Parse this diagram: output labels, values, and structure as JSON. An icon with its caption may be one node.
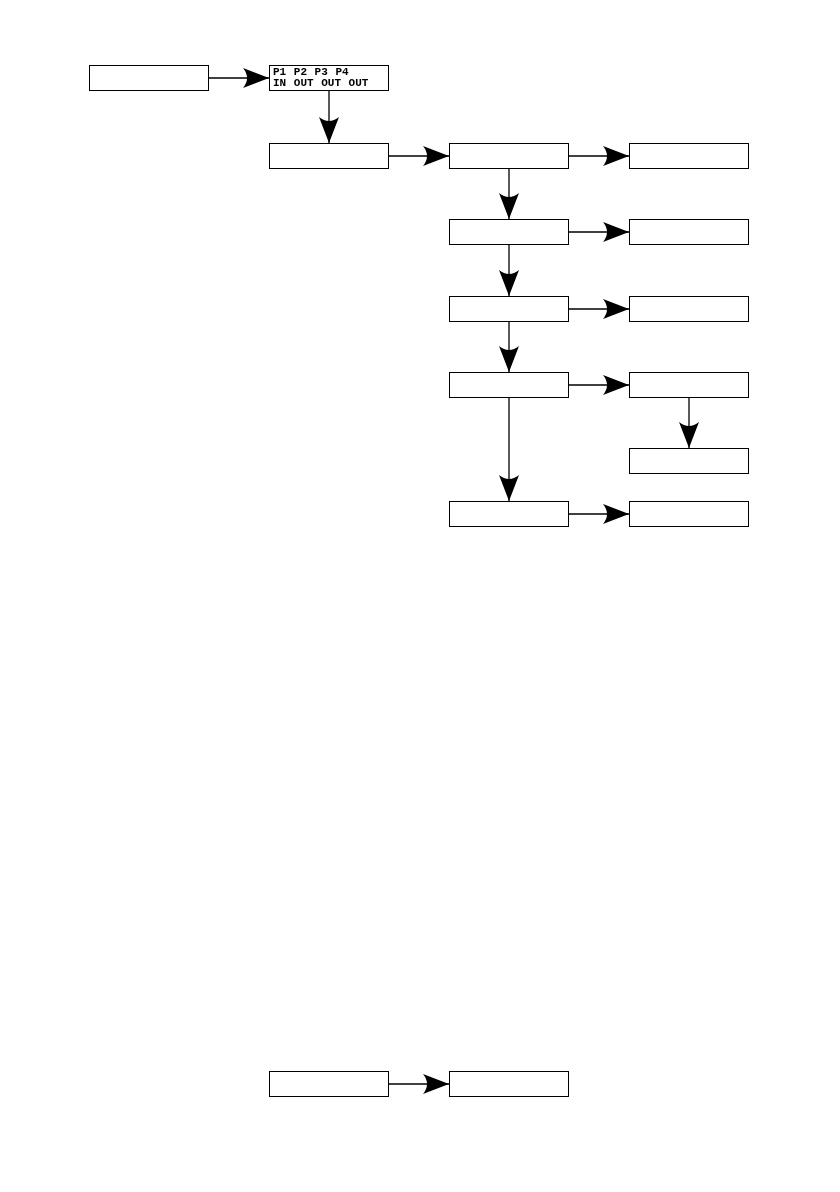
{
  "diagram": {
    "nodes": [
      {
        "text": [],
        "shape": "box"
      },
      {
        "text": [
          "P1 P2 P3 P4",
          "IN OUT OUT OUT"
        ]
      },
      {
        "text": [],
        "shape": "box"
      },
      {
        "text": [],
        "shape": "box"
      },
      {
        "text": [],
        "shape": "box"
      },
      {
        "text": [],
        "shape": "box"
      },
      {
        "text": [],
        "shape": "box"
      },
      {
        "text": [],
        "shape": "box"
      },
      {
        "text": [],
        "shape": "box"
      },
      {
        "text": [],
        "shape": "box"
      },
      {
        "text": [],
        "shape": "box"
      },
      {
        "text": [],
        "shape": "box"
      },
      {
        "text": [],
        "shape": "box"
      },
      {
        "text": [],
        "shape": "box"
      },
      {
        "text": [],
        "shape": "box"
      },
      {
        "text": [],
        "shape": "box"
      }
    ],
    "edges": [
      {
        "from": 0,
        "to": 1,
        "arrow": "to"
      },
      {
        "from": 1,
        "to": 2,
        "arrow": "to"
      },
      {
        "from": 2,
        "to": 3,
        "arrow": "to"
      },
      {
        "from": 3,
        "to": 4,
        "arrow": "to"
      },
      {
        "from": 3,
        "to": 5,
        "arrow": "to"
      },
      {
        "from": 5,
        "to": 6,
        "arrow": "to"
      },
      {
        "from": 5,
        "to": 7,
        "arrow": "to"
      },
      {
        "from": 7,
        "to": 8,
        "arrow": "to"
      },
      {
        "from": 7,
        "to": 9,
        "arrow": "to"
      },
      {
        "from": 9,
        "to": 10,
        "arrow": "to"
      },
      {
        "from": 10,
        "to": 11,
        "arrow": "to"
      },
      {
        "from": 9,
        "to": 12,
        "arrow": "to"
      },
      {
        "from": 12,
        "to": 13,
        "arrow": "to"
      },
      {
        "from": 14,
        "to": 15,
        "arrow": "to"
      }
    ]
  }
}
